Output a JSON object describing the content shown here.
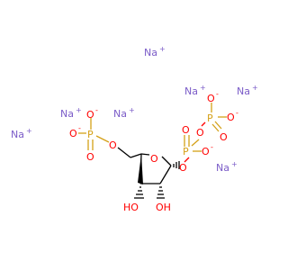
{
  "molecule": {
    "colors": {
      "sodium": "#7b5cc8",
      "oxygen": "#ff0000",
      "phosphorus": "#d4a017",
      "carbon": "#000000",
      "hydrogen": "#000000"
    },
    "sodium_ions": [
      {
        "symbol": "Na",
        "charge": "+"
      },
      {
        "symbol": "Na",
        "charge": "+"
      },
      {
        "symbol": "Na",
        "charge": "+"
      },
      {
        "symbol": "Na",
        "charge": "+"
      },
      {
        "symbol": "Na",
        "charge": "+"
      },
      {
        "symbol": "Na",
        "charge": "+"
      }
    ],
    "phosphate_left": {
      "p": "P",
      "o_top": "O",
      "o_top_charge": "-",
      "o_left": "O",
      "o_left_charge": "-",
      "o_bottom": "O",
      "o_bridge": "O"
    },
    "ring": {
      "o_ring": "O",
      "o_ch2": "O"
    },
    "diphosphate": {
      "p1": "P",
      "p2": "P",
      "o_anomeric": "O",
      "o_p1_double": "O",
      "o_p1_minus": "O",
      "o_p1_minus_charge": "-",
      "o_bridge": "O",
      "o_p2_top": "O",
      "o_p2_top_charge": "-",
      "o_p2_right": "O",
      "o_p2_right_charge": "-",
      "o_p2_double": "O"
    },
    "hydroxyls": [
      {
        "label": "HO",
        "stereo": "hashed"
      },
      {
        "label": "OH",
        "stereo": "wedge"
      }
    ]
  }
}
